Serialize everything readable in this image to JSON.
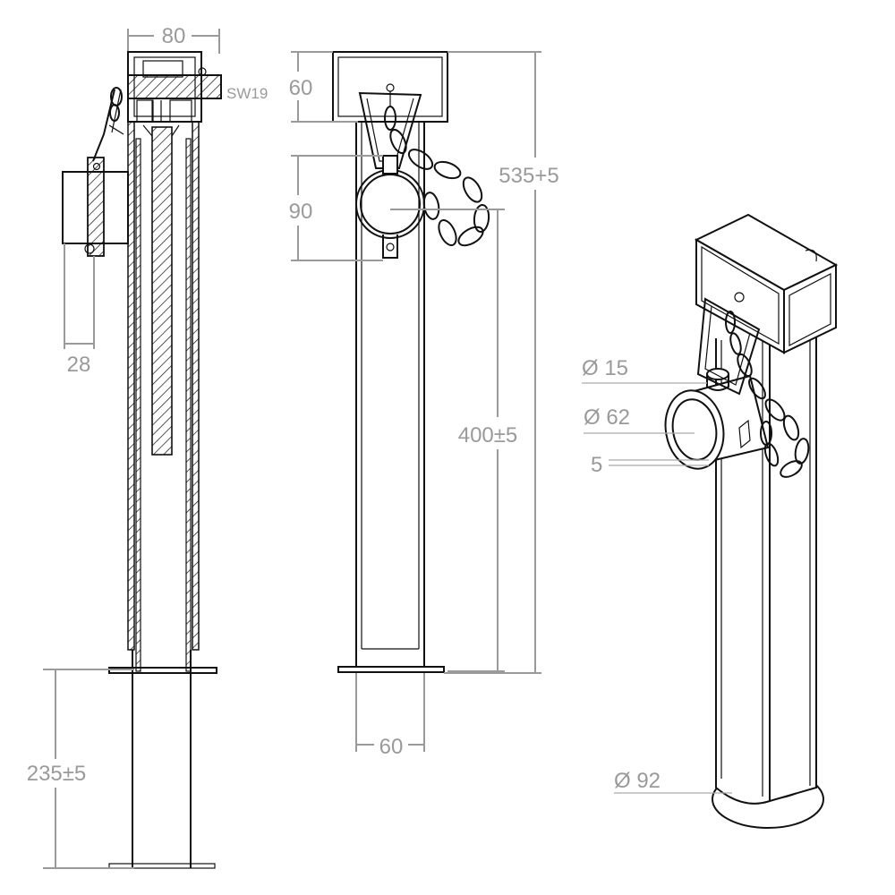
{
  "dimensions": {
    "width_top": "80",
    "wrench_size": "SW19",
    "head_height": "60",
    "clamp_height": "90",
    "total_height": "535+5",
    "clamp_width": "28",
    "tube_length": "400±5",
    "tube_width": "60",
    "extension": "235±5",
    "pin_diameter": "Ø 15",
    "clamp_diameter": "Ø 62",
    "wall_thickness": "5",
    "foot_diameter": "Ø 92"
  }
}
